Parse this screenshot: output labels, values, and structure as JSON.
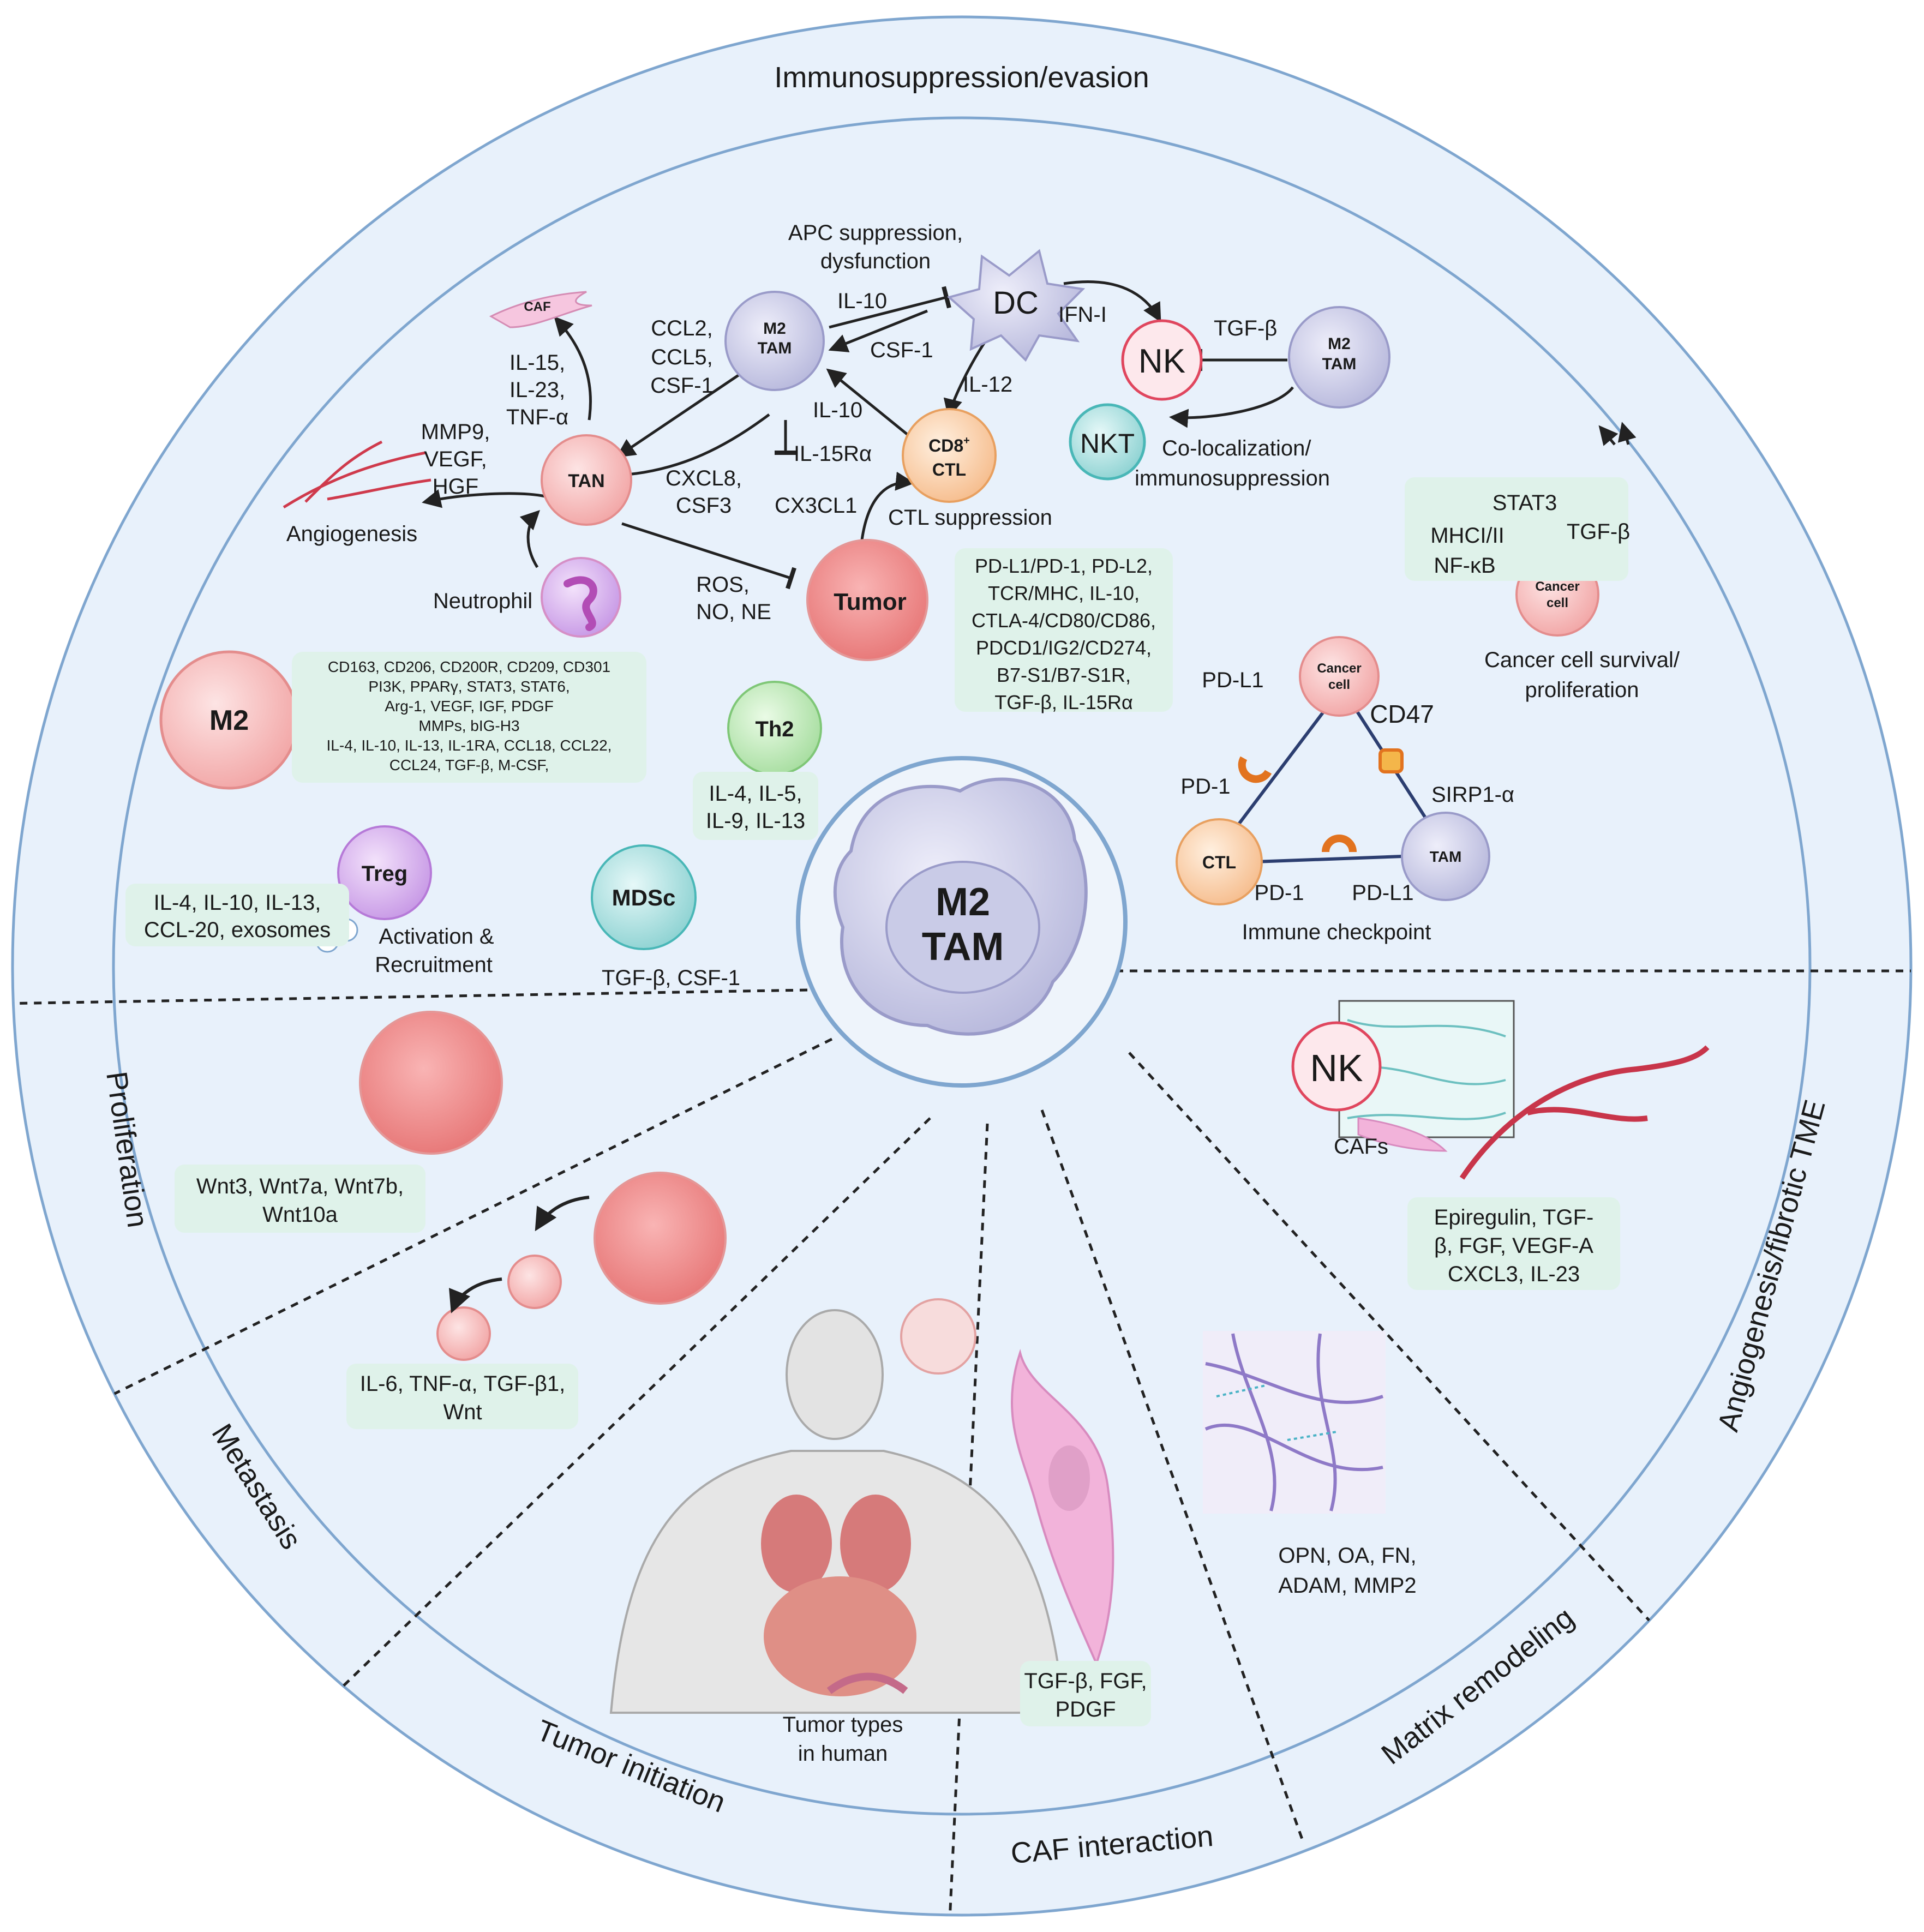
{
  "sections": {
    "immunosuppression": "Immunosuppression/evasion",
    "proliferation": "Proliferation",
    "metastasis": "Metastasis",
    "tumor_initiation": "Tumor initiation",
    "caf_interaction": "CAF interaction",
    "matrix_remodeling": "Matrix remodeling",
    "angiogenesis": "Angiogenesis/fibrotic TME"
  },
  "center": {
    "line1": "M2",
    "line2": "TAM"
  },
  "cells": {
    "caf": "CAF",
    "m2tam_a_1": "M2",
    "m2tam_a_2": "TAM",
    "dc": "DC",
    "nk": "NK",
    "m2tam_b_1": "M2",
    "m2tam_b_2": "TAM",
    "nkt": "NKT",
    "cd8_1": "CD8",
    "cd8_sup": "+",
    "cd8_2": "CTL",
    "tan": "TAN",
    "tumor": "Tumor",
    "m2": "M2",
    "th2": "Th2",
    "treg": "Treg",
    "mdsc": "MDSc",
    "cancer_cell_1": "Cancer",
    "cancer_cell_2": "cell",
    "ic_cancer_1": "Cancer",
    "ic_cancer_2": "cell",
    "ctl": "CTL",
    "tam": "TAM",
    "nk_angio": "NK"
  },
  "labels": {
    "apc_1": "APC suppression,",
    "apc_2": "dysfunction",
    "il10_a": "IL-10",
    "ifn": "IFN-I",
    "tgfb_nk": "TGF-β",
    "ccl2": "CCL2,",
    "ccl5": "CCL5,",
    "csf1_a": "CSF-1",
    "csf1_b": "CSF-1",
    "il12": "IL-12",
    "il10_b": "IL-10",
    "il15ra": "IL-15Rα",
    "cx3cl1": "CX3CL1",
    "ctl_supp": "CTL suppression",
    "coloc_1": "Co-localization/",
    "coloc_2": "immunosuppression",
    "il15": "IL-15,",
    "il23": "IL-23,",
    "tnfa": "TNF-α",
    "mmp9": "MMP9,",
    "vegf": "VEGF,",
    "hgf": "HGF",
    "angiogenesis": "Angiogenesis",
    "cxcl8": "CXCL8,",
    "csf3": "CSF3",
    "neutrophil": "Neutrophil",
    "ros": "ROS,",
    "no_ne": "NO, NE",
    "activation_1": "Activation &",
    "activation_2": "Recruitment",
    "mdsc_factors": "TGF-β, CSF-1",
    "stat3": "STAT3",
    "mhc": "MHCI/II",
    "tgfb_cc": "TGF-β",
    "nfkb": "NF-κB",
    "survival_1": "Cancer cell survival/",
    "survival_2": "proliferation",
    "pdl1_a": "PD-L1",
    "cd47": "CD47",
    "pd1_a": "PD-1",
    "sirp": "SIRP1-α",
    "pd1_b": "PD-1",
    "pdl1_b": "PD-L1",
    "checkpoint": "Immune checkpoint",
    "cafs": "CAFs",
    "tumor_types_1": "Tumor types",
    "tumor_types_2": "in human"
  },
  "boxes": {
    "checkpoint_list": [
      "PD-L1/PD-1, PD-L2,",
      "TCR/MHC, IL-10,",
      "CTLA-4/CD80/CD86,",
      "PDCD1/IG2/CD274,",
      "B7-S1/B7-S1R,",
      "TGF-β, IL-15Rα"
    ],
    "m2_markers": [
      "CD163, CD206, CD200R, CD209, CD301",
      "PI3K, PPARγ, STAT3, STAT6,",
      "Arg-1, VEGF, IGF, PDGF",
      "MMPs, bIG-H3",
      "IL-4,  IL-10, IL-13, IL-1RA, CCL18, CCL22,",
      "CCL24, TGF-β, M-CSF,"
    ],
    "th2_cytokines": [
      "IL-4, IL-5,",
      "IL-9, IL-13"
    ],
    "treg_factors": [
      "IL-4, IL-10, IL-13,",
      "CCL-20, exosomes"
    ],
    "wnt": [
      "Wnt3, Wnt7a, Wnt7b,",
      "Wnt10a"
    ],
    "metastasis_factors": [
      "IL-6, TNF-α, TGF-β1,",
      "Wnt"
    ],
    "caf_factors": [
      "TGF-β, FGF,",
      "PDGF"
    ],
    "matrix_factors": [
      "OPN, OA, FN,",
      "ADAM, MMP2"
    ],
    "angio_factors": [
      "Epiregulin, TGF-",
      "β, FGF, VEGF-A",
      "CXCL3, IL-23"
    ]
  }
}
